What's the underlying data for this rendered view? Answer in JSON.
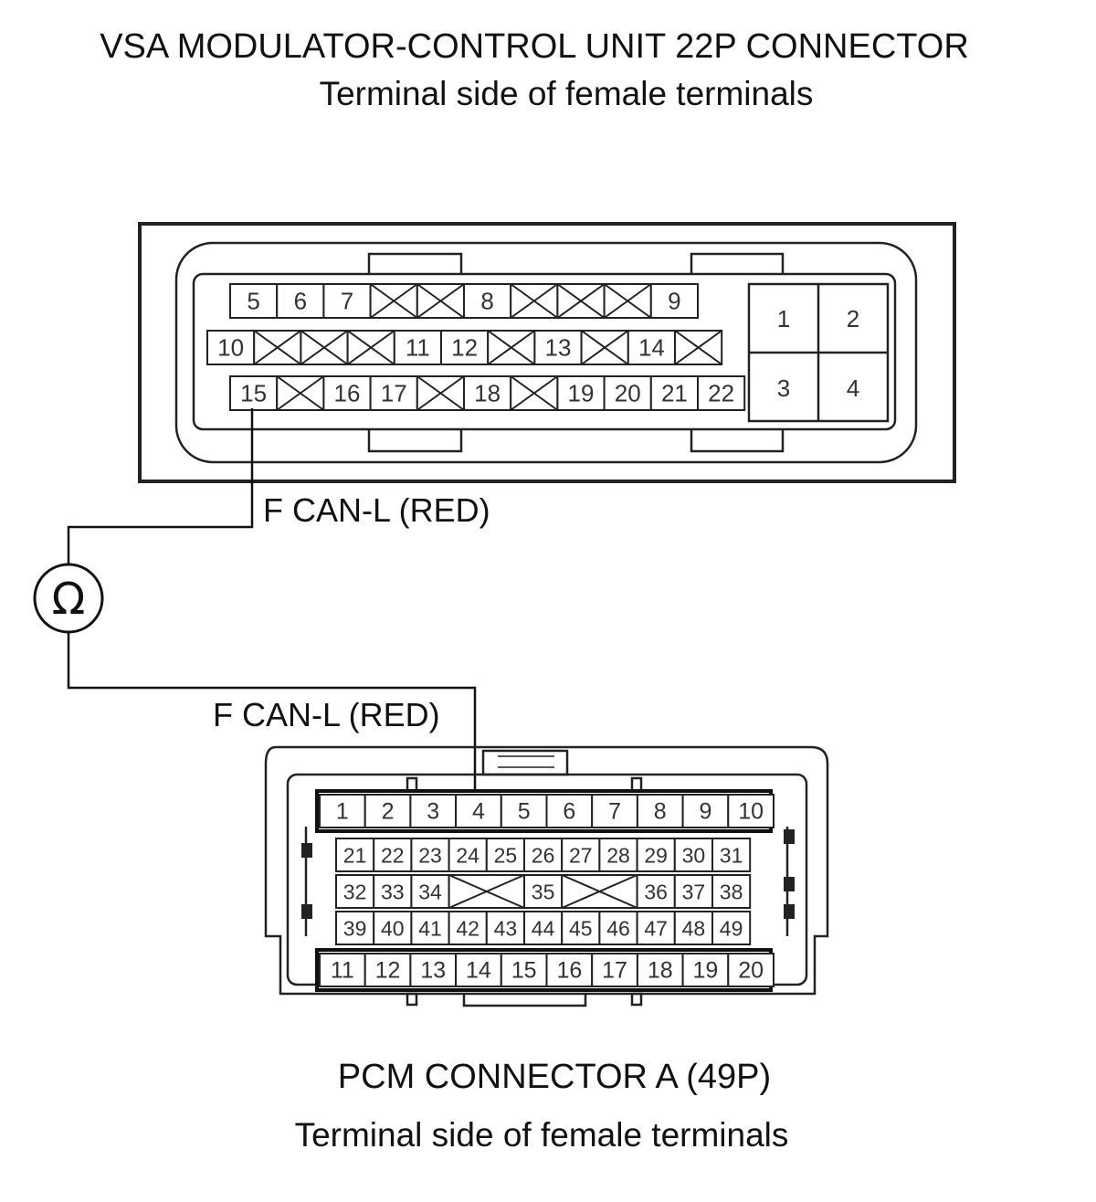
{
  "top_connector": {
    "title": "VSA MODULATOR-CONTROL UNIT 22P CONNECTOR",
    "subtitle": "Terminal side of female terminals",
    "row1": [
      "5",
      "6",
      "7",
      "",
      "",
      "8",
      "",
      "",
      "",
      "9"
    ],
    "row2": [
      "10",
      "",
      "",
      "",
      "11",
      "12",
      "",
      "13",
      "",
      "14",
      ""
    ],
    "row3": [
      "15",
      "",
      "16",
      "17",
      "",
      "18",
      "",
      "19",
      "20",
      "21",
      "22"
    ],
    "large_terminals": [
      "1",
      "2",
      "3",
      "4"
    ]
  },
  "wire_top_label": "F CAN-L (RED)",
  "wire_bottom_label": "F CAN-L (RED)",
  "meter_symbol": "Ω",
  "bottom_connector": {
    "title": "PCM CONNECTOR A (49P)",
    "subtitle": "Terminal side of female terminals",
    "row1": [
      "1",
      "2",
      "3",
      "4",
      "5",
      "6",
      "7",
      "8",
      "9",
      "10"
    ],
    "row2": [
      "21",
      "22",
      "23",
      "24",
      "25",
      "26",
      "27",
      "28",
      "29",
      "30",
      "31"
    ],
    "row3": [
      "32",
      "33",
      "34",
      "",
      "",
      "35",
      "",
      "",
      "36",
      "37",
      "38"
    ],
    "row4": [
      "39",
      "40",
      "41",
      "42",
      "43",
      "44",
      "45",
      "46",
      "47",
      "48",
      "49"
    ],
    "row5": [
      "11",
      "12",
      "13",
      "14",
      "15",
      "16",
      "17",
      "18",
      "19",
      "20"
    ]
  }
}
